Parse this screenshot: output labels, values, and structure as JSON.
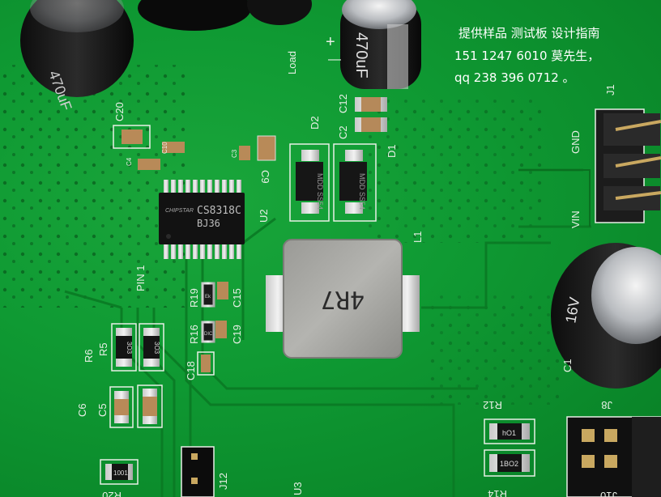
{
  "overlay": {
    "line1": "提供样品 测试板 设计指南",
    "line2": "151 1247 6010 莫先生，",
    "line3": "qq 238 396 0712 。"
  },
  "board": {
    "ic_brand": "CHIPSTAR",
    "ic_part": "CS8318C",
    "ic_code": "BJ36",
    "inductor_marking": "4R7",
    "diode_marking_1": "MDD SS54",
    "diode_marking_2": "MDD SS54",
    "resistor_r5_marking": "3O3",
    "resistor_r6_marking": "3O3",
    "resistor_r20_marking": "1001",
    "resistor_r12_marking": "hO1",
    "resistor_r14_marking": "1BO2",
    "r19_marking": "Ek",
    "r16_marking": "DIC"
  },
  "silkscreen": {
    "c20": "C20",
    "load": "Load",
    "plus": "+",
    "minus": "—",
    "c12": "C12",
    "c2": "C2",
    "d2": "D2",
    "d1": "D1",
    "c9": "C9",
    "c3": "C3",
    "c10": "C10",
    "c4": "C4",
    "u2": "U2",
    "l1": "L1",
    "pin1": "PIN 1",
    "r19": "R19",
    "c15": "C15",
    "r16": "R16",
    "c19": "C19",
    "c18": "C18",
    "r6": "R6",
    "r5": "R5",
    "c6": "C6",
    "c5": "C5",
    "j12": "J12",
    "u3": "U3",
    "r20": "R20",
    "c1": "C1",
    "r12": "R12",
    "r14": "R14",
    "j8": "J8",
    "j10": "J10",
    "j1": "J1",
    "gnd": "GND",
    "vin": "VIN",
    "cap_marking_left": "470uF",
    "cap_marking_right": "470uF",
    "cap_marking_c1": "16V"
  }
}
